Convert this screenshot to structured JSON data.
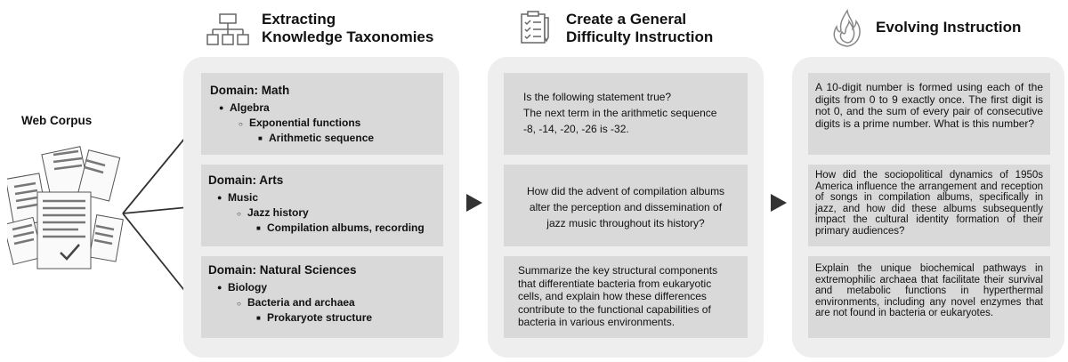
{
  "source": {
    "label": "Web Corpus"
  },
  "stages": [
    {
      "title_line1": "Extracting",
      "title_line2": "Knowledge Taxonomies",
      "icon": "hierarchy-icon"
    },
    {
      "title_line1": "Create a General",
      "title_line2": "Difficulty Instruction",
      "icon": "checklist-icon"
    },
    {
      "title_line1": "Evolving Instruction",
      "icon": "flame-icon"
    }
  ],
  "taxonomies": [
    {
      "domain": "Domain: Math",
      "level1": "Algebra",
      "level2": "Exponential functions",
      "level3": "Arithmetic sequence"
    },
    {
      "domain": "Domain: Arts",
      "level1": "Music",
      "level2": "Jazz history",
      "level3": "Compilation albums, recording"
    },
    {
      "domain": "Domain: Natural Sciences",
      "level1": "Biology",
      "level2": "Bacteria and archaea",
      "level3": "Prokaryote structure"
    }
  ],
  "general_instructions": [
    {
      "line1": "Is the following statement true?",
      "line2": "The next term in the arithmetic sequence",
      "line3": "-8, -14, -20, -26 is -32."
    },
    {
      "line1": "How did the advent of compilation albums",
      "line2": "alter the perception and dissemination of",
      "line3": "jazz music throughout its history?"
    },
    {
      "text": "Summarize the key structural components that differentiate bacteria from eukaryotic cells, and explain how these differences contribute to the functional capabilities of bacteria in various environments."
    }
  ],
  "evolved_instructions": [
    {
      "text": "A 10-digit number is formed using each of the digits from 0 to 9 exactly once. The first digit is not 0, and the sum of every pair of consecutive digits is a prime number. What is this number?"
    },
    {
      "text": "How did the sociopolitical dynamics of 1950s America influence the arrangement and reception of songs in compilation albums, specifically in jazz, and how did these albums subsequently impact the cultural identity formation of their primary audiences?"
    },
    {
      "text": "Explain the unique biochemical pathways in extremophilic archaea that facilitate their survival and metabolic functions in hyperthermal environments, including any novel enzymes that are not found in bacteria or eukaryotes."
    }
  ],
  "colors": {
    "panel": "#eeeeee",
    "card": "#d9d9d9",
    "arrow": "#333333"
  }
}
